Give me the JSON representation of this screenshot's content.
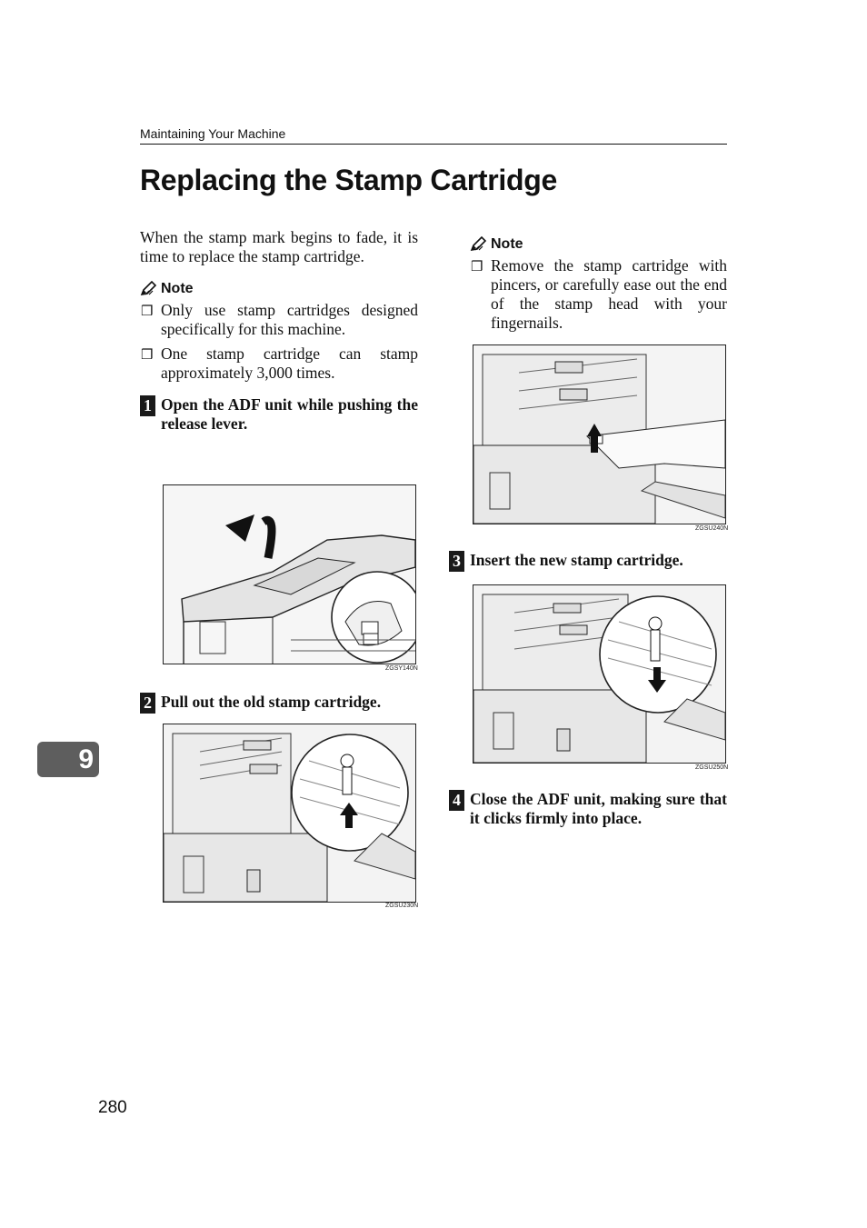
{
  "header": {
    "running_head": "Maintaining Your Machine"
  },
  "title": "Replacing the Stamp Cartridge",
  "intro": "When the stamp mark begins to fade, it is time to replace the stamp cartridge.",
  "note_left": {
    "heading": "Note",
    "items": [
      "Only use stamp cartridges designed specifically for this machine.",
      "One stamp cartridge can stamp approximately 3,000 times."
    ]
  },
  "steps": [
    {
      "num": "1",
      "text": "Open the ADF unit while pushing the release lever.",
      "figure_code": "ZGSY140N"
    },
    {
      "num": "2",
      "text": "Pull out the old stamp cartridge.",
      "figure_code": "ZGSU230N"
    },
    {
      "num": "3",
      "text": "Insert the new stamp cartridge.",
      "figure_code": "ZGSU250N"
    },
    {
      "num": "4",
      "text": "Close the ADF unit, making sure that it clicks firmly into place."
    }
  ],
  "note_right": {
    "heading": "Note",
    "items": [
      "Remove the stamp cartridge with pincers, or carefully ease out the end of the stamp head with your fingernails."
    ],
    "figure_code": "ZGSU240N"
  },
  "checkbox_glyph": "❒",
  "chapter_tab": "9",
  "page_number": "280"
}
